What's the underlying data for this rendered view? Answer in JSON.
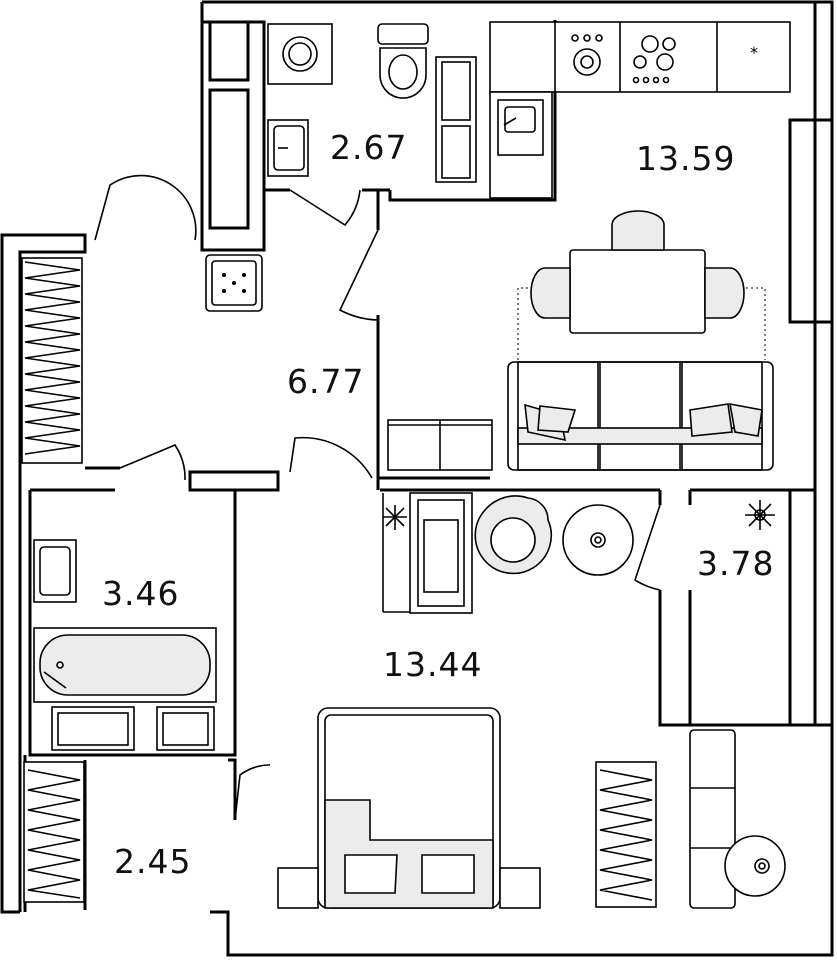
{
  "plan": {
    "rooms": [
      {
        "id": "bathroom-small",
        "area": "2.67"
      },
      {
        "id": "kitchen-living",
        "area": "13.59"
      },
      {
        "id": "hallway",
        "area": "6.77"
      },
      {
        "id": "bathroom",
        "area": "3.46"
      },
      {
        "id": "bedroom",
        "area": "13.44"
      },
      {
        "id": "balcony",
        "area": "3.78"
      },
      {
        "id": "closet",
        "area": "2.45"
      }
    ],
    "colors": {
      "wall": "#000000",
      "furniture_fill": "#ececec",
      "background": "#ffffff"
    }
  }
}
